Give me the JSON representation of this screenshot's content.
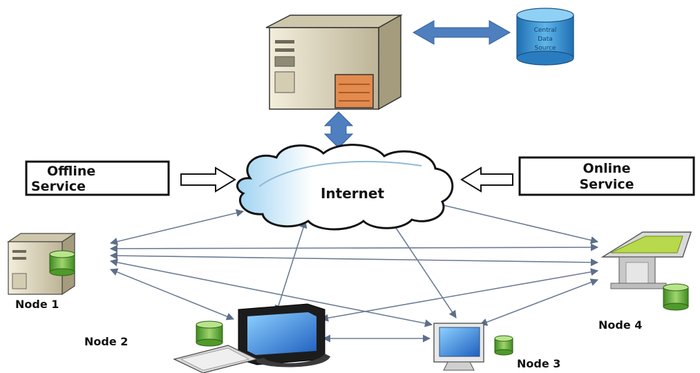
{
  "diagram": {
    "central_source_label": [
      "Central",
      "Data",
      "Source"
    ],
    "offline_service": [
      "Offline",
      "Service"
    ],
    "online_service": [
      "Online",
      "Service"
    ],
    "internet_label": "Internet",
    "nodes": {
      "node1": "Node 1",
      "node2": "Node 2",
      "node3": "Node 3",
      "node4": "Node 4"
    }
  },
  "colors": {
    "link": "#6a7c95",
    "big_arrow": "#4f7fbf",
    "cylinder": "#2f8fd0",
    "node_db": "#5da32f",
    "screen": "#2f78d6",
    "server_body": "#e7e0c8",
    "server_accent": "#d9783f"
  }
}
